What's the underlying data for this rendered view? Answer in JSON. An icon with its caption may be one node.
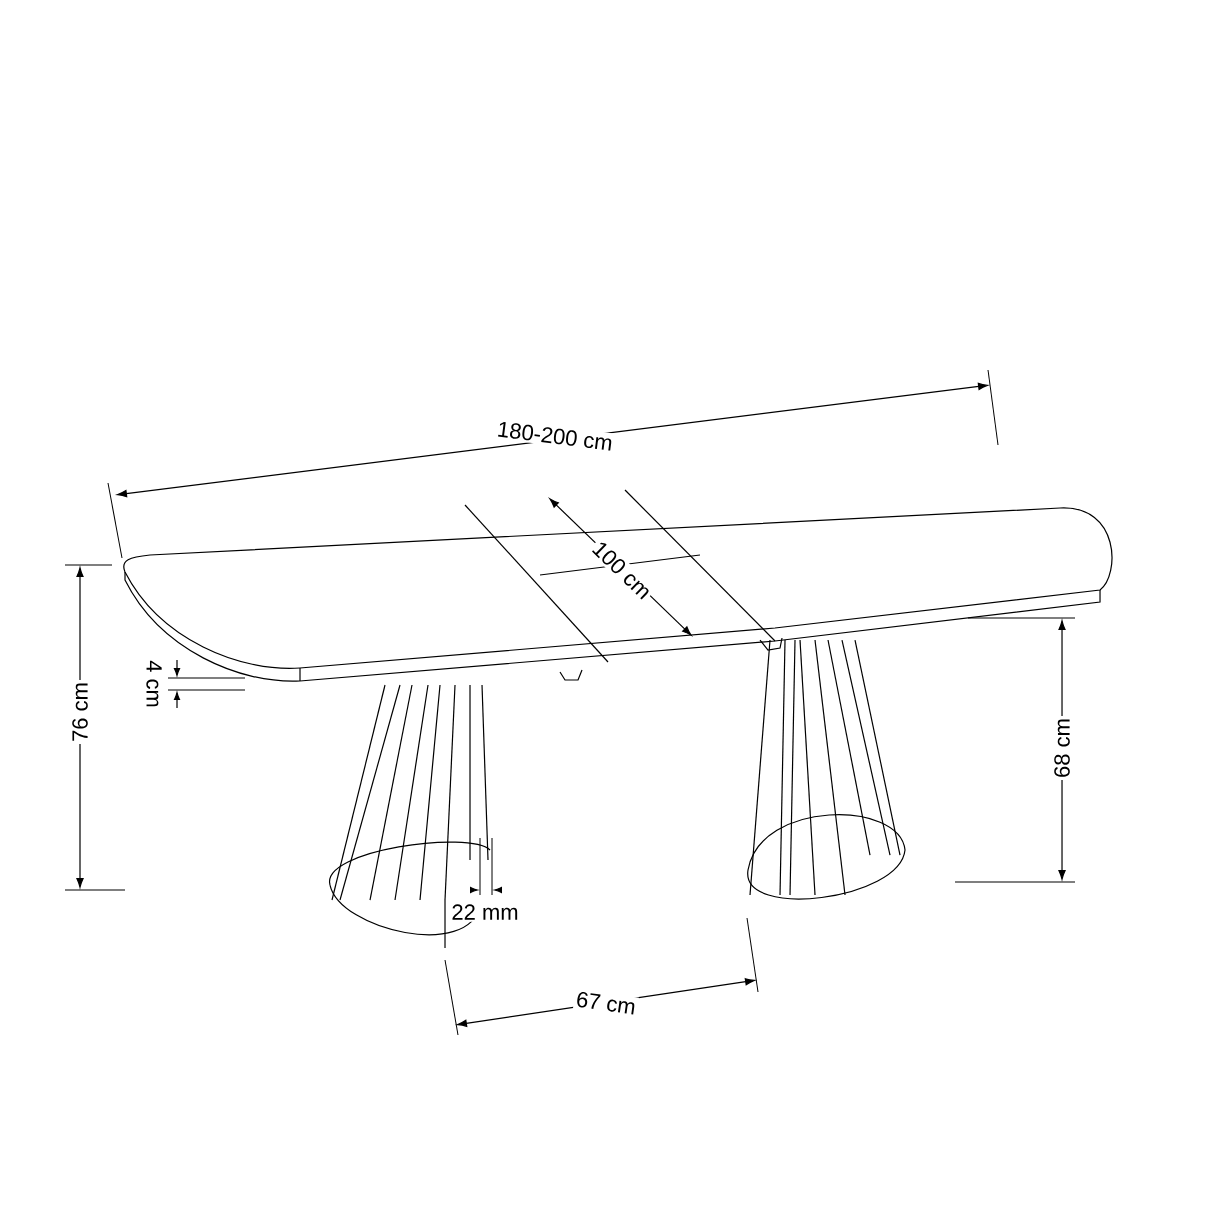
{
  "diagram": {
    "labels": [
      "180-200 cm",
      "100 cm",
      "4 cm",
      "76 cm",
      "68 cm",
      "22 mm",
      "67 cm"
    ]
  }
}
